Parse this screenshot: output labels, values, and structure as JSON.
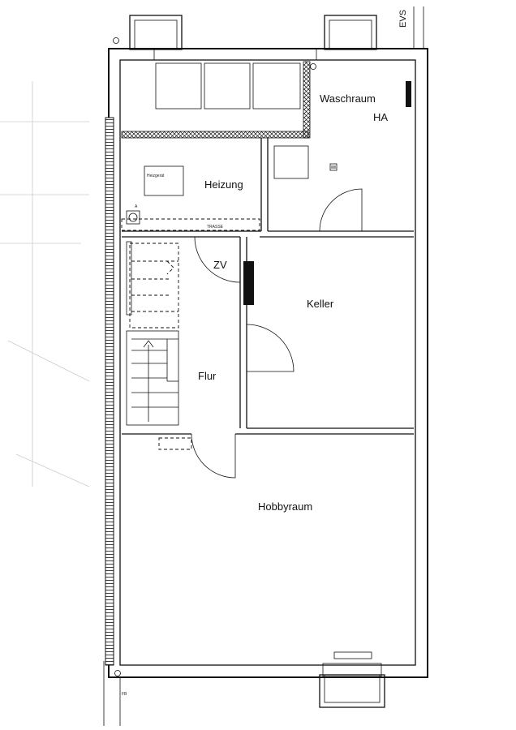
{
  "rooms": {
    "waschraum": "Waschraum",
    "ha": "HA",
    "heizung": "Heizung",
    "heizgeraet": "Heizgerät",
    "zv": "ZV",
    "keller": "Keller",
    "flur": "Flur",
    "hobbyraum": "Hobbyraum"
  },
  "labels": {
    "evs": "EVS",
    "trasse": "TRASSE",
    "fb": "FB",
    "a": "A"
  },
  "colors": {
    "line": "#111111",
    "fill": "#000000",
    "background": "#ffffff"
  }
}
